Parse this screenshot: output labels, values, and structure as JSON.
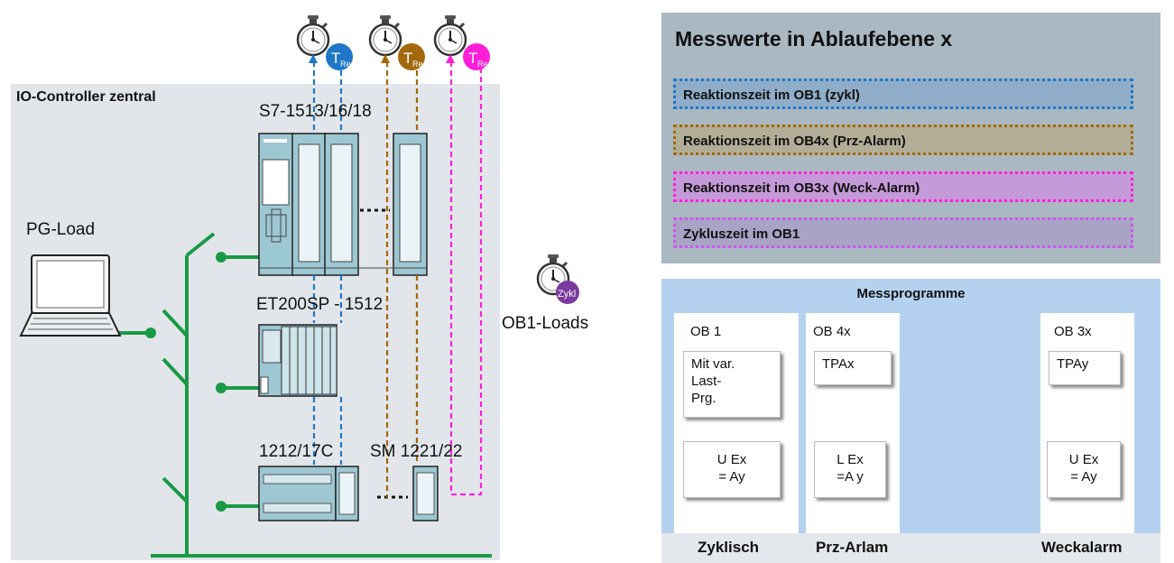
{
  "left": {
    "title": "IO-Controller zentral",
    "cpu_label": "S7-1513/16/18",
    "et_label": "ET200SP - 1512",
    "s7_label": "1212/17C",
    "sm_label": "SM 1221/22",
    "pg_label": "PG-Load",
    "ob1_loads_label": "OB1-Loads",
    "timer_text": "T",
    "timer_sub": "Rea",
    "zykl_text": "Zykl"
  },
  "measurements": {
    "title": "Messwerte in Ablaufebene x",
    "rows": [
      {
        "label": "Reaktionszeit im OB1 (zykl)",
        "border": "#1f77c8",
        "fill": "#8fadc8"
      },
      {
        "label": "Reaktionszeit im OB4x (Prz-Alarm)",
        "border": "#a2680c",
        "fill": "#b2ad96"
      },
      {
        "label": "Reaktionszeit im OB3x (Weck-Alarm)",
        "border": "#ff1fd8",
        "fill": "#c59ad8"
      },
      {
        "label": "Zykluszeit im OB1",
        "border": "#cc55ee",
        "fill": "#a9a3c6"
      }
    ]
  },
  "programs": {
    "title": "Messprogramme",
    "ob1": {
      "label": "OB 1",
      "box1": [
        "Mit var.",
        "Last-",
        "Prg."
      ],
      "box2": [
        "U Ex",
        "= Ay"
      ]
    },
    "ob4x": {
      "label": "OB 4x",
      "box1": [
        "TPAx"
      ],
      "box2": [
        "L Ex",
        "=A y"
      ]
    },
    "ob3x": {
      "label": "OB 3x",
      "box1": [
        "TPAy"
      ],
      "box2": [
        "U Ex",
        "= Ay"
      ]
    },
    "bottom": [
      "Zyklisch",
      "Prz-Arlam",
      "Weckalarm"
    ]
  },
  "colors": {
    "green": "#1a9a46",
    "blue": "#1f77c8",
    "brown": "#a2680c",
    "magenta": "#ff1fd8",
    "purple": "#7b3a9e",
    "module": "#9cc7d3",
    "teal": "#17a39a"
  }
}
